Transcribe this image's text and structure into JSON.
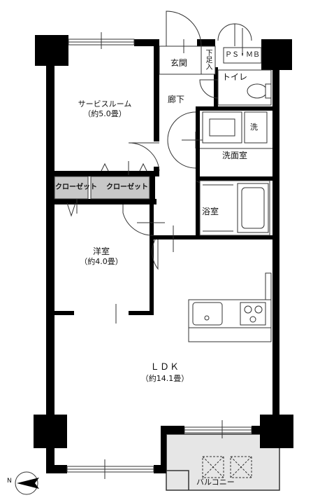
{
  "rooms": {
    "service_room": {
      "name": "サービスルーム",
      "size": "（約5.0畳）"
    },
    "entrance": {
      "name": "玄関"
    },
    "shoe_box": {
      "name": "下足入"
    },
    "ps_mb": {
      "name": "ＰＳ・ＭＢ"
    },
    "toilet": {
      "name": "トイレ"
    },
    "hallway": {
      "name": "廊下"
    },
    "washer": {
      "name": "洗"
    },
    "washroom": {
      "name": "洗面室"
    },
    "closet_1": {
      "name": "クローゼット"
    },
    "closet_2": {
      "name": "クローゼット"
    },
    "bathroom": {
      "name": "浴室"
    },
    "western_room": {
      "name": "洋室",
      "size": "（約4.0畳）"
    },
    "ldk": {
      "name": "ＬＤＫ",
      "size": "（約14.1畳）"
    },
    "balcony": {
      "name": "バルコニー"
    }
  },
  "compass": {
    "label": "N"
  },
  "colors": {
    "wall": "#000000",
    "closet_fill": "#c8c8c8",
    "balcony_fill": "#e6e6e6",
    "line": "#444444"
  }
}
